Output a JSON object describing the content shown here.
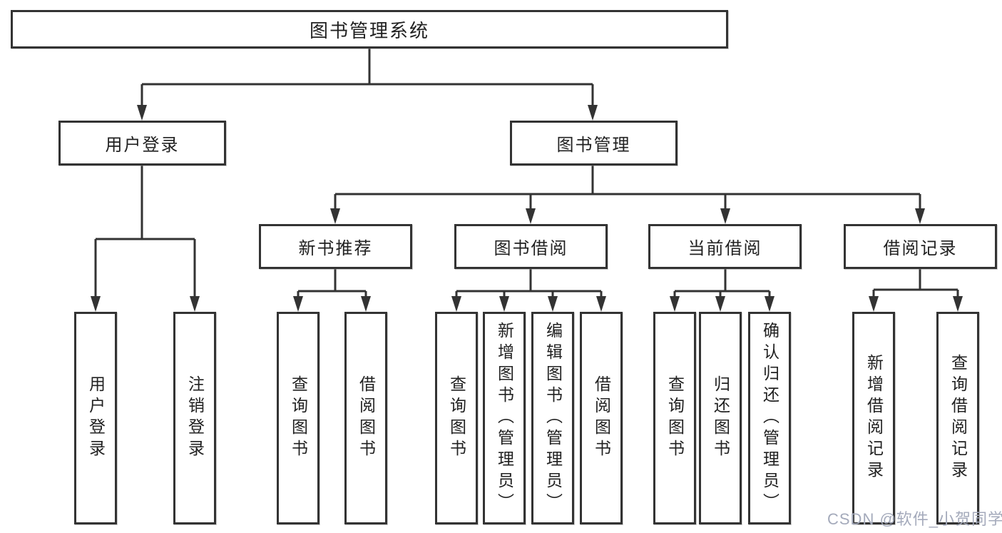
{
  "diagram": {
    "title": "图书管理系统",
    "tree": {
      "root": "图书管理系统",
      "branches": [
        {
          "label": "用户登录",
          "children": [
            "用户登录",
            "注销登录"
          ]
        },
        {
          "label": "图书管理",
          "children": [
            {
              "label": "新书推荐",
              "children": [
                "查询图书",
                "借阅图书"
              ]
            },
            {
              "label": "图书借阅",
              "children": [
                "查询图书",
                "新增图书（管理员）",
                "编辑图书（管理员）",
                "借阅图书"
              ]
            },
            {
              "label": "当前借阅",
              "children": [
                "查询图书",
                "归还图书",
                "确认归还（管理员）"
              ]
            },
            {
              "label": "借阅记录",
              "children": [
                "新增借阅记录",
                "查询借阅记录"
              ]
            }
          ]
        }
      ]
    },
    "watermark": "CSDN @软件_小贺同学",
    "colors": {
      "line": "#333333",
      "box_border": "#333333",
      "box_background": "#ffffff",
      "text": "#212121",
      "watermark": "#a4aabb",
      "page_background": "#ffffff"
    }
  }
}
